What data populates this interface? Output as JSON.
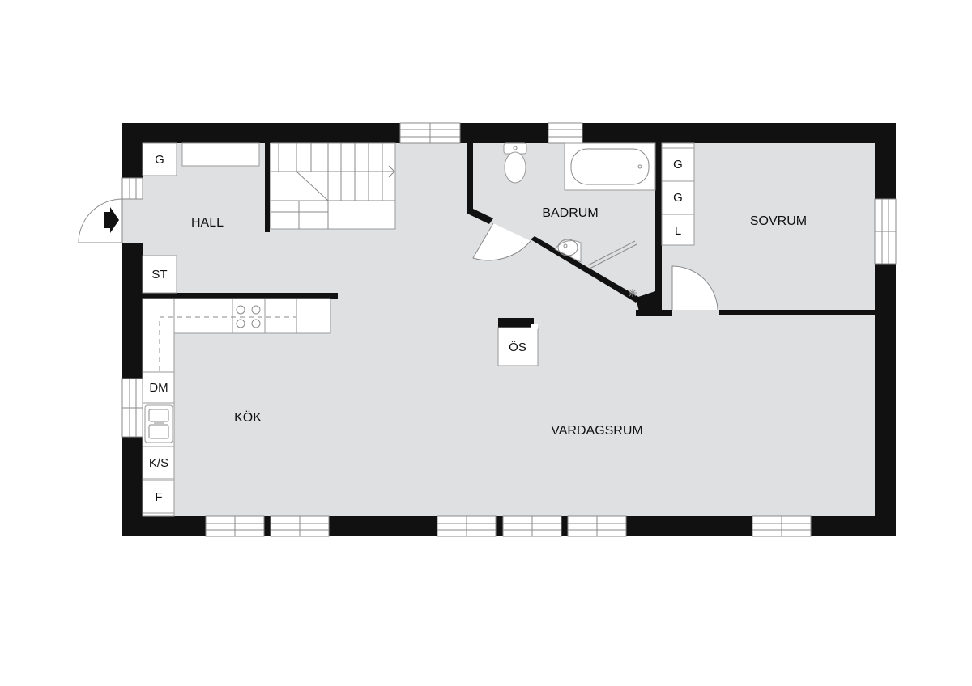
{
  "rooms": {
    "hall": "HALL",
    "badrum": "BADRUM",
    "sovrum": "SOVRUM",
    "kok": "KÖK",
    "vardagsrum": "VARDAGSRUM"
  },
  "fixtures": {
    "hall_g": "G",
    "hall_st": "ST",
    "sovrum_g1": "G",
    "sovrum_g2": "G",
    "sovrum_l": "L",
    "kitchen_dm": "DM",
    "kitchen_ks": "K/S",
    "kitchen_f": "F",
    "fireplace": "ÖS"
  }
}
